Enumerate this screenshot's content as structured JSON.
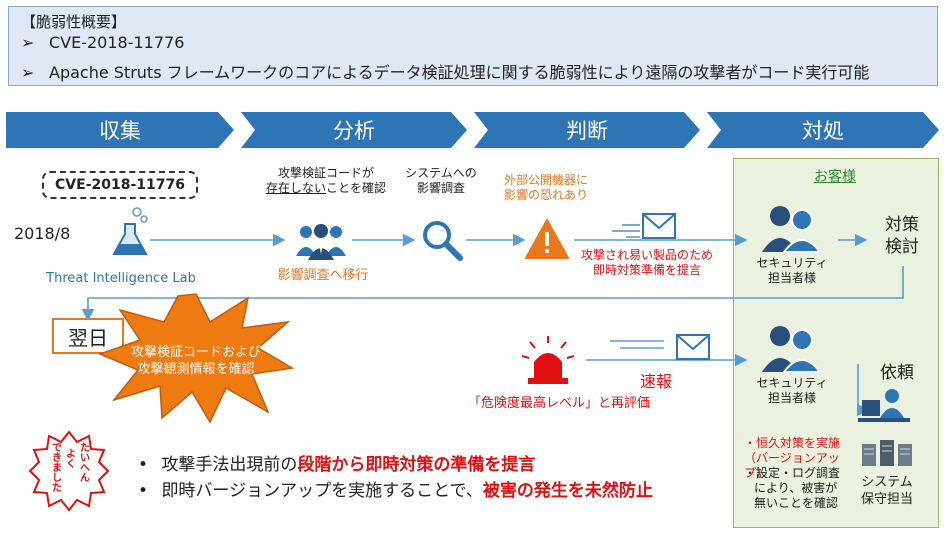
{
  "summary": {
    "title": "【脆弱性概要】",
    "bullet_marker": "➢",
    "bullets": [
      "CVE-2018-11776",
      "Apache Struts フレームワークのコアによるデータ検証処理に関する脆弱性により遠隔の攻撃者がコード実行可能"
    ]
  },
  "phases": [
    "収集",
    "分析",
    "判断",
    "対処"
  ],
  "collect": {
    "cve_box": "CVE-2018-11776",
    "date": "2018/8",
    "lab": "Threat Intelligence Lab"
  },
  "analysis": {
    "confirm_line1": "攻撃検証コードが",
    "confirm_line2_underlined": "存在しない",
    "confirm_line2_rest": "ことを確認",
    "shift": "影響調査へ移行",
    "impact_line1": "システムへの",
    "impact_line2": "影響調査"
  },
  "judge": {
    "risk_line1": "外部公開機器に",
    "risk_line2": "影響の恐れあり",
    "prep_line1": "攻撃され易い製品のため",
    "prep_line2": "即時対策準備を提言"
  },
  "customer": {
    "title": "お客様",
    "sec_line1": "セキュリティ",
    "sec_line2": "担当者様",
    "plan_line1": "対策",
    "plan_line2": "検討",
    "request": "依頼",
    "perm1": "・恒久対策を実施",
    "perm2": "（バージョンアップ）",
    "check1": "・設定・ログ調査",
    "check2": "により、被害が",
    "check3": "無いことを確認",
    "sys_line1": "システム",
    "sys_line2": "保守担当"
  },
  "nextday": {
    "label": "翌日",
    "burst_line1": "攻撃検証コードおよび",
    "burst_line2": "攻撃観測情報を確認",
    "reeval": "「危険度最高レベル」と再評価",
    "quick": "速報"
  },
  "stamp": {
    "line1": "たいへん",
    "line2": "よく",
    "line3": "できました"
  },
  "results": {
    "bullet": "•",
    "r1_a": "攻撃手法出現前の",
    "r1_b": "段階から即時対策の準備を提言",
    "r2_a": "即時バージョンアップを実施することで、",
    "r2_b": "被害の発生を未然防止"
  },
  "colors": {
    "phase_blue": "#2e75b6",
    "arrow_blue": "#5b9bd5",
    "orange": "#e8771e",
    "red": "#e01010",
    "panel_green": "#eaf1de"
  }
}
